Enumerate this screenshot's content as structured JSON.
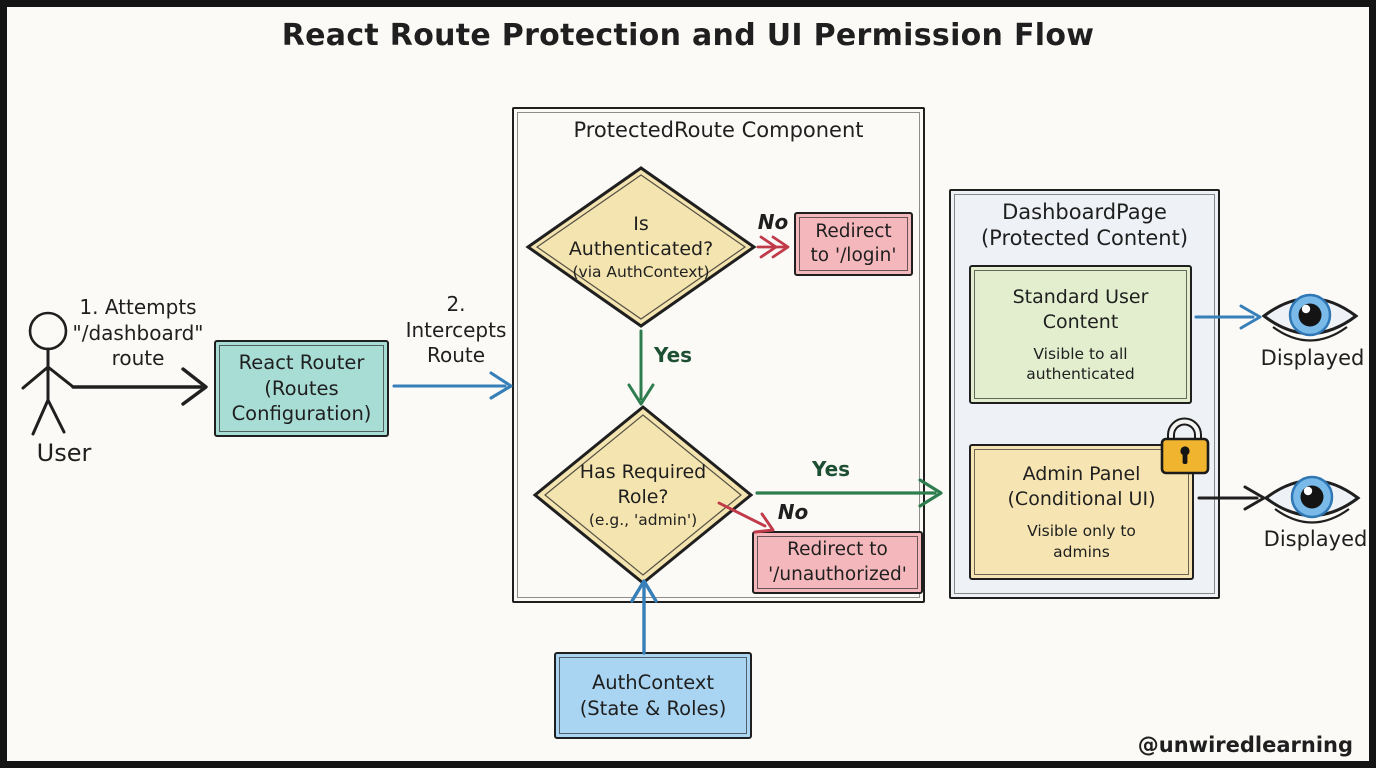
{
  "title": "React Route Protection and UI Permission Flow",
  "watermark": "@unwiredlearning",
  "user": {
    "label": "User",
    "step_label": "1. Attempts\n\"/dashboard\"\nroute"
  },
  "react_router": {
    "label": "React Router\n(Routes\nConfiguration)"
  },
  "intercept": {
    "label": "2.\nIntercepts\nRoute"
  },
  "protected_route": {
    "title": "ProtectedRoute Component",
    "auth_diamond": {
      "line1": "Is",
      "line2": "Authenticated?",
      "line3": "(via AuthContext)"
    },
    "auth_no_label": "No",
    "redirect_login": {
      "label": "Redirect\nto '/login'"
    },
    "auth_yes_label": "Yes",
    "role_diamond": {
      "line1": "Has Required",
      "line2": "Role?",
      "line3": "(e.g., 'admin')"
    },
    "role_yes_label": "Yes",
    "role_no_label": "No",
    "redirect_unauthorized": {
      "label": "Redirect to\n'/unauthorized'"
    }
  },
  "auth_context": {
    "label": "AuthContext\n(State & Roles)"
  },
  "dashboard": {
    "title": "DashboardPage\n(Protected Content)",
    "standard_content": {
      "title": "Standard User\nContent",
      "subtitle": "Visible to all\nauthenticated"
    },
    "admin_panel": {
      "title": "Admin Panel\n(Conditional UI)",
      "subtitle": "Visible only to\nadmins"
    }
  },
  "outputs": {
    "standard_displayed": "Displayed",
    "admin_displayed": "Displayed"
  },
  "icons": {
    "user": "stick-figure-icon",
    "lock": "lock-icon",
    "eye_standard": "eye-icon",
    "eye_admin": "eye-icon"
  },
  "colors": {
    "ink": "#1f1f1f",
    "bg": "#fbfaf7",
    "teal": "#a8ddd6",
    "cream": "#f4e4b0",
    "pink": "#f4b8bc",
    "blue-box": "#a9d5f2",
    "green-box": "#e3eecf",
    "yellow-box": "#f6e5b2",
    "panel": "#eef1f5",
    "green-arrow": "#2e7d4f",
    "green-text": "#1d4f33",
    "red-arrow": "#c13a4a",
    "blue-arrow": "#377fb8",
    "gold": "#f0b42f",
    "iris": "#79bae9",
    "iris-ring": "#3077b5"
  }
}
